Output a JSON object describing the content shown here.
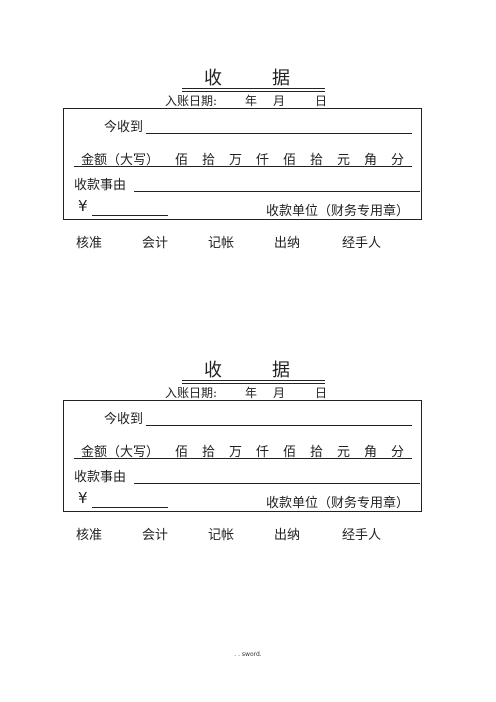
{
  "receipts": [
    {
      "title_char_1": "收",
      "title_char_2": "据",
      "date_label": "入账日期:",
      "year": "年",
      "month": "月",
      "day": "日",
      "received_from": "今收到",
      "amount_label": "金额（大写）",
      "units": [
        "佰",
        "拾",
        "万",
        "仟",
        "佰",
        "拾",
        "元",
        "角",
        "分"
      ],
      "reason_label": "收款事由",
      "currency_symbol": "¥",
      "payee_label": "收款单位（财务专用章）",
      "roles": [
        "核准",
        "会计",
        "记帐",
        "出纳",
        "经手人"
      ]
    },
    {
      "title_char_1": "收",
      "title_char_2": "据",
      "date_label": "入账日期:",
      "year": "年",
      "month": "月",
      "day": "日",
      "received_from": "今收到",
      "amount_label": "金额（大写）",
      "units": [
        "佰",
        "拾",
        "万",
        "仟",
        "佰",
        "拾",
        "元",
        "角",
        "分"
      ],
      "reason_label": "收款事由",
      "currency_symbol": "¥",
      "payee_label": "收款单位（财务专用章）",
      "roles": [
        "核准",
        "会计",
        "记帐",
        "出纳",
        "经手人"
      ]
    }
  ],
  "footer": ". . sword."
}
